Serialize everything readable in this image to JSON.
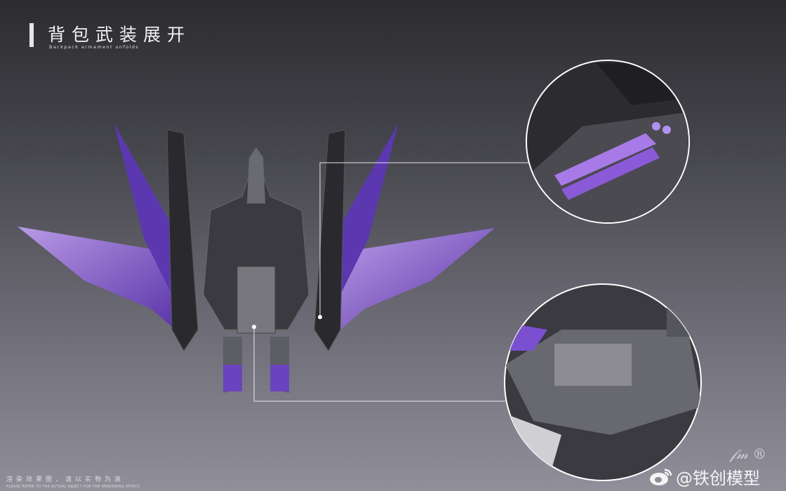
{
  "header": {
    "title": "背包武装展开",
    "subtitle": "Backpack armament unfolds"
  },
  "footer": {
    "disclaimer_cn": "渲染效果图，请以实物为准",
    "disclaimer_en": "PLEASE REFER TO THE ACTUAL OBJECT FOR THE RENDERING EFFECT",
    "weibo_handle": "@铁创模型",
    "weibo_icon": "weibo-icon",
    "signature_logo": "铁创 signature ®"
  },
  "colors": {
    "accent_purple": "#7a4fd0",
    "armor_dark": "#2b2b30",
    "callout_line": "#e8e8e8"
  }
}
